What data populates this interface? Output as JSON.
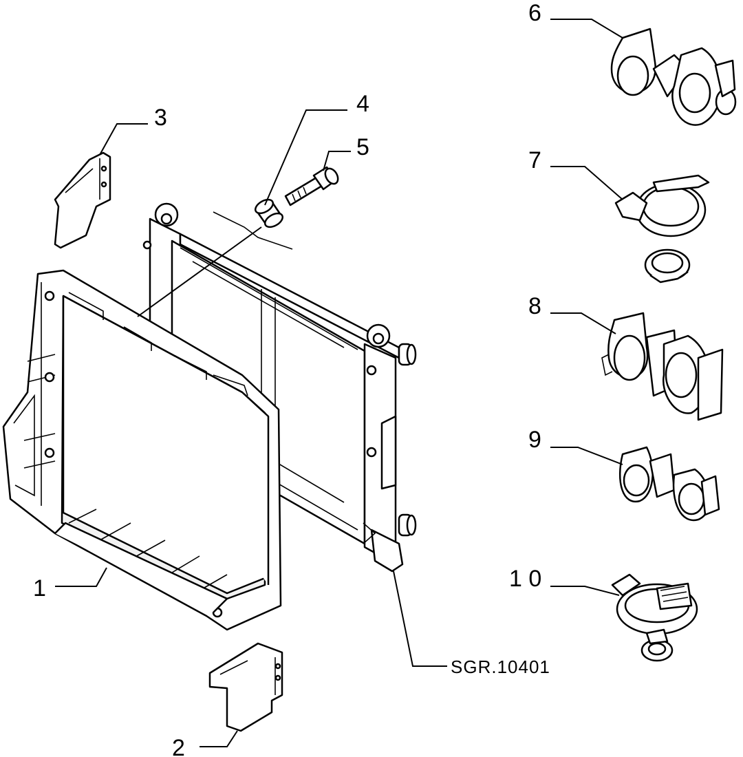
{
  "reference_code": "SGR.10401",
  "parts": [
    {
      "number": "1",
      "label": "1"
    },
    {
      "number": "2",
      "label": "2"
    },
    {
      "number": "3",
      "label": "3"
    },
    {
      "number": "4",
      "label": "4"
    },
    {
      "number": "5",
      "label": "5"
    },
    {
      "number": "6",
      "label": "6"
    },
    {
      "number": "7",
      "label": "7"
    },
    {
      "number": "8",
      "label": "8"
    },
    {
      "number": "9",
      "label": "9"
    },
    {
      "number": "10",
      "label": "1 0"
    }
  ]
}
